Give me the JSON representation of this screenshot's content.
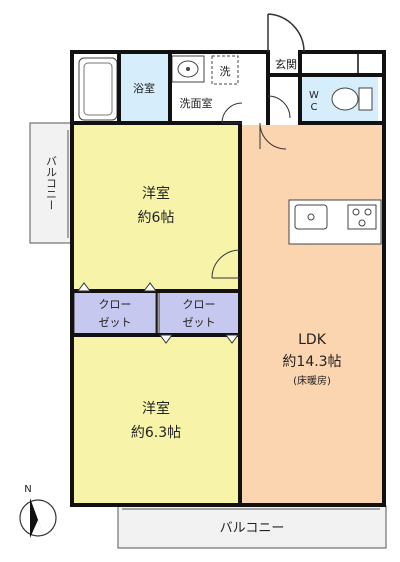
{
  "rooms": {
    "bath": "浴室",
    "washroom": "洗面室",
    "washer": "洗",
    "entrance": "玄関",
    "wc_line1": "W",
    "wc_line2": "C",
    "western1": {
      "name": "洋室",
      "size": "約6帖"
    },
    "western2": {
      "name": "洋室",
      "size": "約6.3帖"
    },
    "ldk": {
      "name": "LDK",
      "size": "約14.3帖",
      "note": "(床暖房)"
    },
    "closet1": {
      "line1": "クロー",
      "line2": "ゼット"
    },
    "closet2": {
      "line1": "クロー",
      "line2": "ゼット"
    }
  },
  "balconies": {
    "west": "バルコニー",
    "south": "バルコニー"
  },
  "compass": {
    "north": "N"
  },
  "colors": {
    "western_room": "#f7f3a9",
    "ldk": "#fbd4b0",
    "wet_area": "#d6eefb",
    "closet": "#c7c8ef",
    "balcony": "#f2f2f2",
    "wall": "#111111"
  }
}
